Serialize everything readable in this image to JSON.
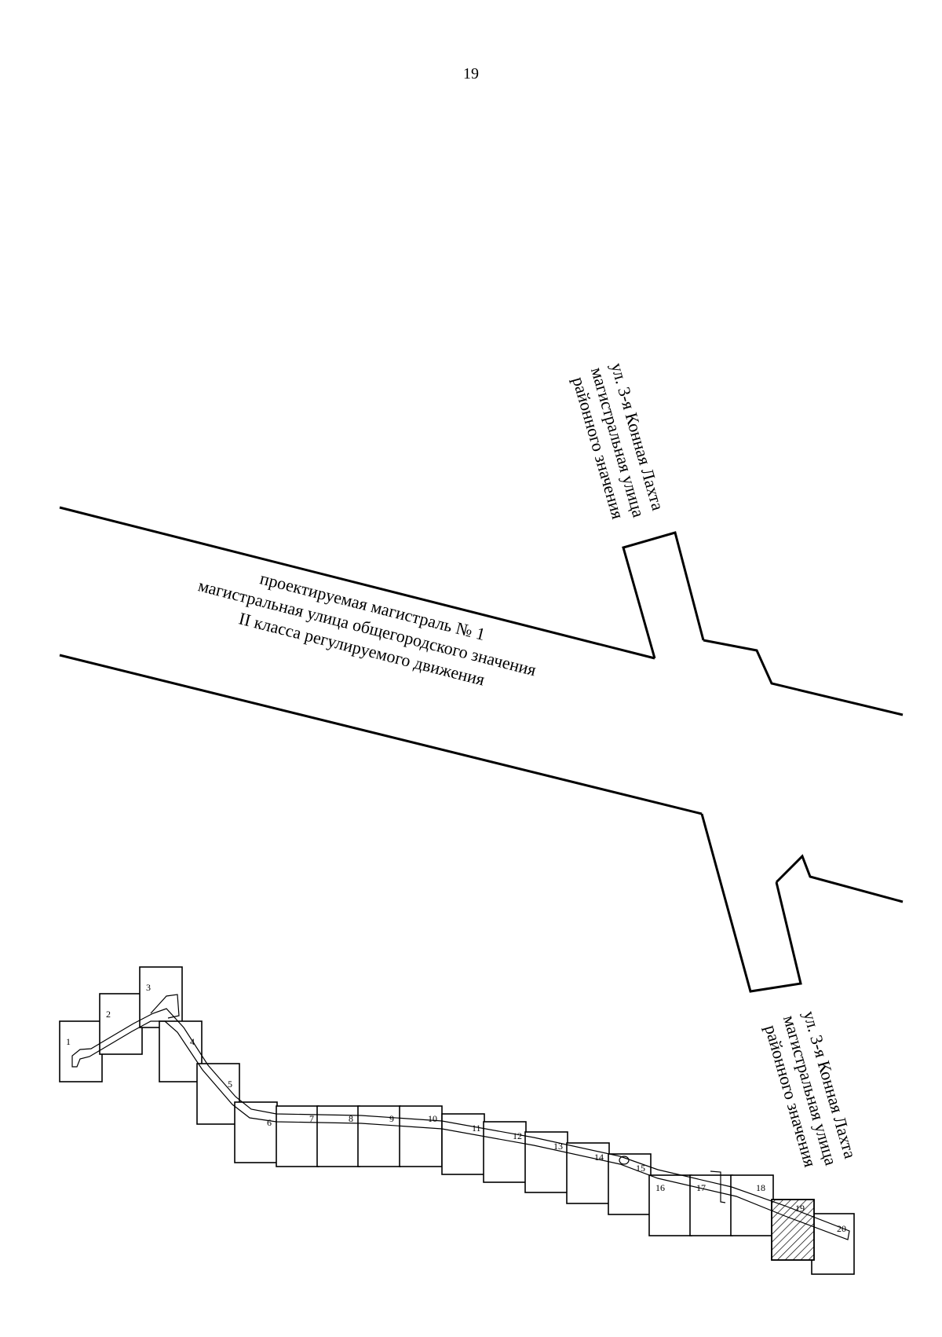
{
  "page_number": "19",
  "roads": {
    "main": {
      "line1": "проектируемая магистраль № 1",
      "line2": "магистральная улица общегородского значения",
      "line3": "II класса регулируемого движения"
    },
    "cross_north": {
      "line1": "ул. 3-я Конная Лахта",
      "line2": "магистральная улица",
      "line3": "районного значения"
    },
    "cross_south": {
      "line1": "ул. 3-я Конная Лахта",
      "line2": "магистральная улица",
      "line3": "районного значения"
    }
  },
  "sheets": {
    "labels": [
      "1",
      "2",
      "3",
      "4",
      "5",
      "6",
      "7",
      "8",
      "9",
      "10",
      "11",
      "12",
      "13",
      "14",
      "15",
      "16",
      "17",
      "18",
      "19",
      "20"
    ],
    "highlighted": "19"
  }
}
